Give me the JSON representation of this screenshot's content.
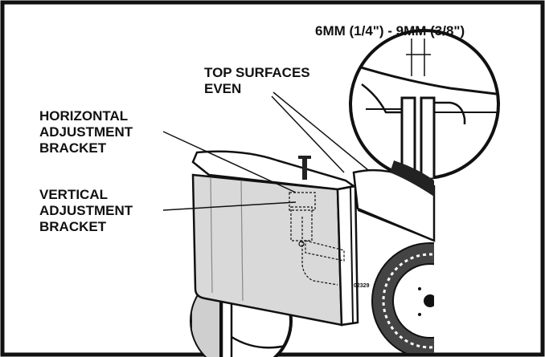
{
  "labels": {
    "gap_spec": "6MM (1/4\") - 9MM (3/8\")",
    "top_surfaces_line1": "TOP SURFACES",
    "top_surfaces_line2": "EVEN",
    "horizontal_line1": "HORIZONTAL",
    "horizontal_line2": "ADJUSTMENT",
    "horizontal_line3": "BRACKET",
    "vertical_line1": "VERTICAL",
    "vertical_line2": "ADJUSTMENT",
    "vertical_line3": "BRACKET",
    "figure_number": "02329"
  },
  "colors": {
    "ink": "#111111",
    "bag_fill": "#d9d9d9",
    "bag_shadow": "#9a9a9a",
    "background": "#ffffff"
  }
}
